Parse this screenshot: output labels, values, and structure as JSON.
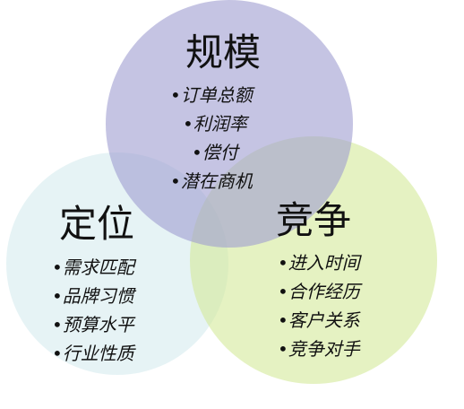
{
  "colors": {
    "scale": "#9e9cd0",
    "position": "#d5ebee",
    "compete": "#d4e99a"
  },
  "scale": {
    "title": "规模",
    "items": [
      "订单总额",
      "利润率",
      "偿付",
      "潜在商机"
    ]
  },
  "position": {
    "title": "定位",
    "items": [
      "需求匹配",
      "品牌习惯",
      "预算水平",
      "行业性质"
    ]
  },
  "compete": {
    "title": "竞争",
    "items": [
      "进入时间",
      "合作经历",
      "客户关系",
      "竞争对手"
    ]
  }
}
